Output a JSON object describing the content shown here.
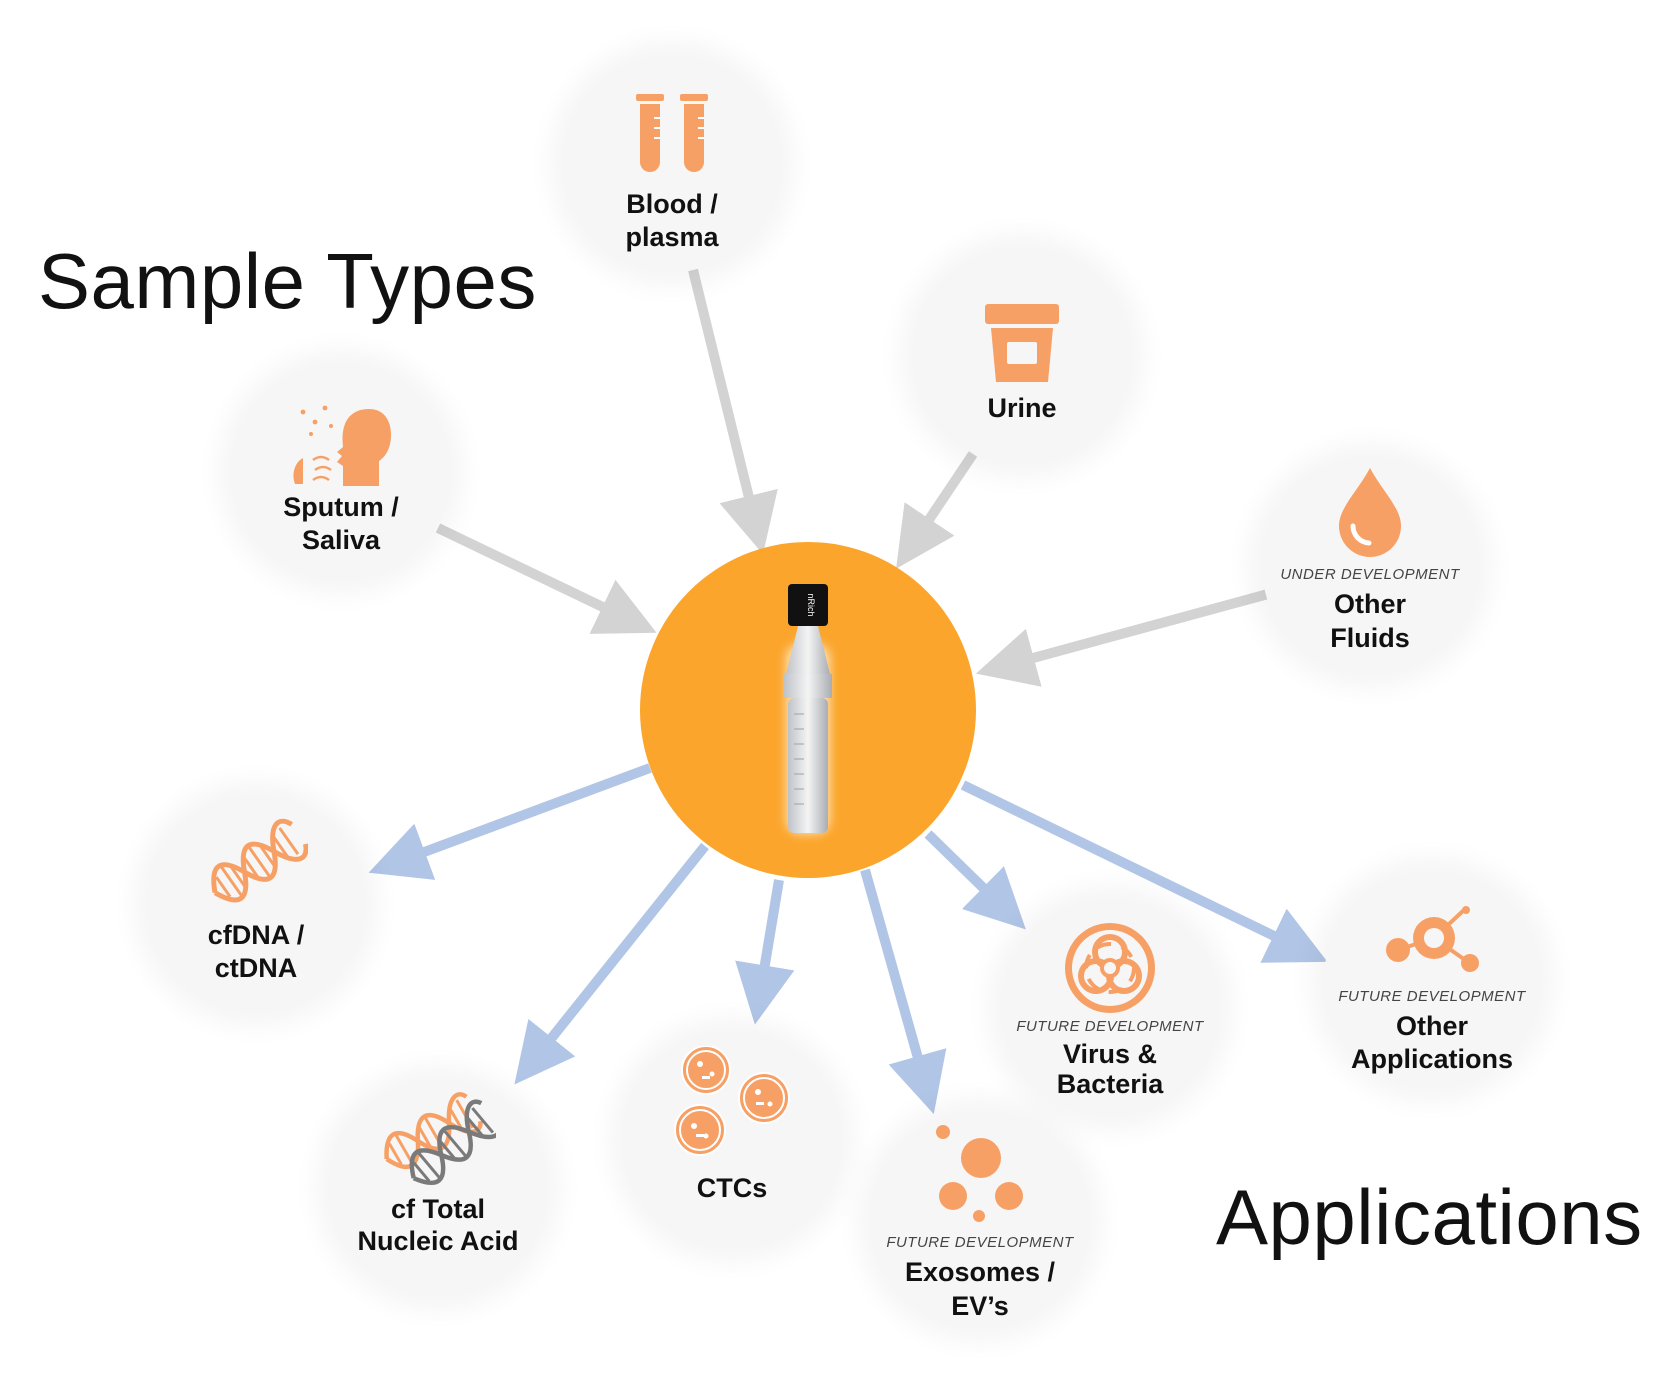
{
  "headings": {
    "sample_types": "Sample Types",
    "applications": "Applications"
  },
  "device": {
    "label": "nRich"
  },
  "samples": [
    {
      "icon": "test-tubes-icon",
      "label_lines": [
        "Blood /",
        "plasma"
      ]
    },
    {
      "icon": "urine-cup-icon",
      "label_lines": [
        "Urine"
      ]
    },
    {
      "icon": "cough-face-icon",
      "label_lines": [
        "Sputum /",
        "Saliva"
      ]
    },
    {
      "icon": "droplet-icon",
      "status": "UNDER DEVELOPMENT",
      "label_lines": [
        "Other",
        "Fluids"
      ]
    }
  ],
  "applications": [
    {
      "icon": "dna-icon",
      "label_lines": [
        "cfDNA /",
        "ctDNA"
      ]
    },
    {
      "icon": "dna-double-icon",
      "label_lines": [
        "cf Total",
        "Nucleic Acid"
      ]
    },
    {
      "icon": "cells-icon",
      "label_lines": [
        "CTCs"
      ]
    },
    {
      "icon": "vesicles-icon",
      "status": "FUTURE DEVELOPMENT",
      "label_lines": [
        "Exosomes /",
        "EV’s"
      ]
    },
    {
      "icon": "biohazard-icon",
      "status": "FUTURE DEVELOPMENT",
      "label_lines": [
        "Virus &",
        "Bacteria"
      ]
    },
    {
      "icon": "network-icon",
      "status": "FUTURE DEVELOPMENT",
      "label_lines": [
        "Other",
        "Applications"
      ]
    }
  ],
  "colors": {
    "hub": "#fba52c",
    "icon": "#f7a066",
    "inflow_arrow": "#d3d3d3",
    "outflow_arrow": "#b1c5e6"
  }
}
